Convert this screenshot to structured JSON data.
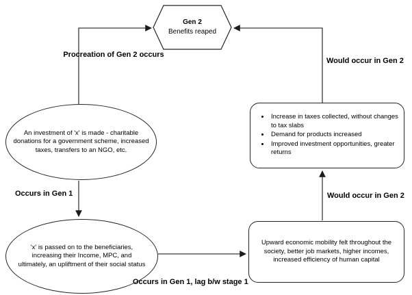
{
  "diagram": {
    "hexagon": {
      "title": "Gen 2",
      "subtitle": "Benefits reaped"
    },
    "ellipse_investment": {
      "text": "An investment of 'x' is made - charitable donations for a government scheme, increased taxes, transfers to an NGO, etc."
    },
    "ellipse_beneficiaries": {
      "text": "'x' is passed on to the beneficiaries, increasing their Income, MPC, and ultimately, an upliftment of their social status"
    },
    "box_gen2_effects": {
      "bullets": [
        "Increase in taxes collected, without changes to tax slabs",
        "Demand for products increased",
        "Improved investment opportunities, greater returns"
      ]
    },
    "box_economic_mobility": {
      "text": "Upward economic mobility felt throughout the society, better job markets, higher incomes, increased efficiency of human capital"
    },
    "labels": {
      "procreation": "Procreation of Gen 2 occurs",
      "would_occur_top": "Would occur in Gen 2",
      "occurs_gen1": "Occurs in Gen 1",
      "would_occur_mid": "Would occur in Gen 2",
      "occurs_gen1_lag": "Occurs in Gen 1, lag b/w stage 1"
    },
    "colors": {
      "stroke": "#2e2e2e",
      "shape_border": "#242424",
      "background": "#ffffff",
      "text": "#000000"
    }
  }
}
